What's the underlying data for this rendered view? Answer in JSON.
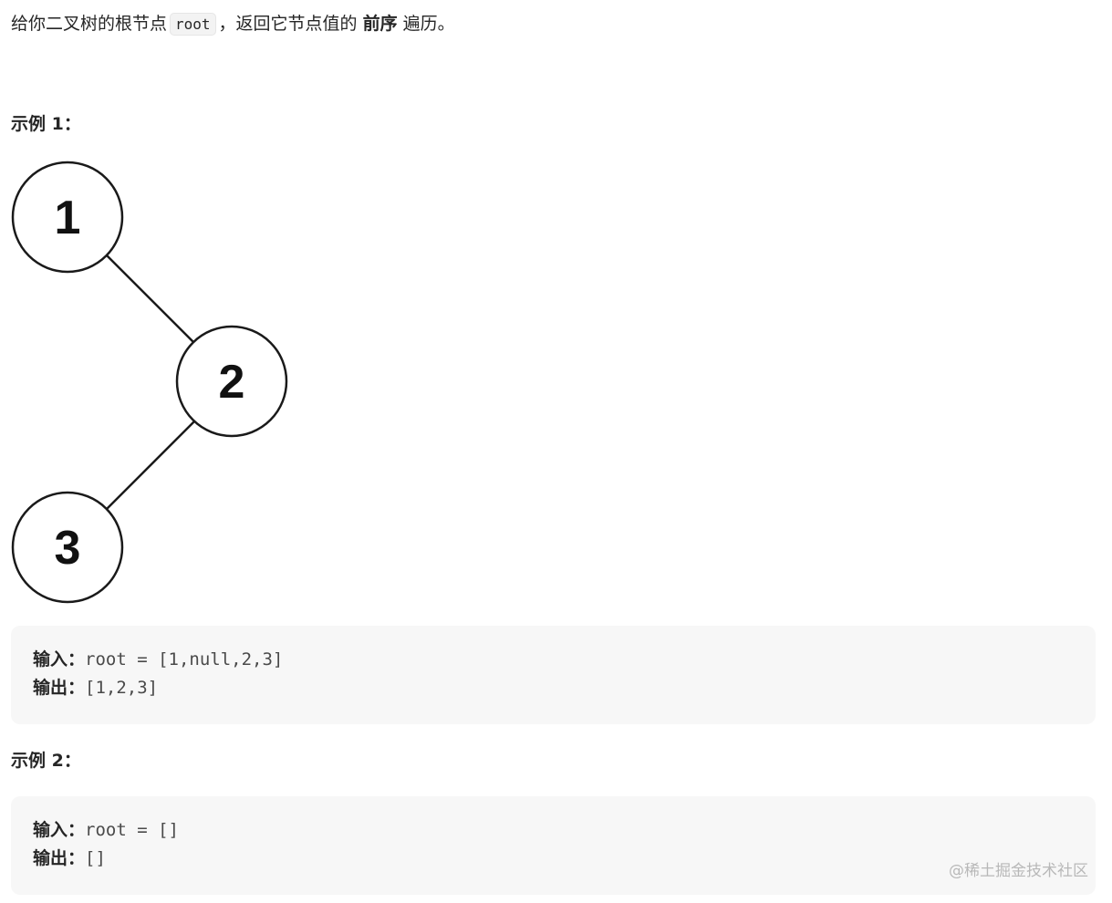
{
  "intro": {
    "text_before": "给你二叉树的根节点",
    "code": "root",
    "text_middle": "，返回它节点值的",
    "emphasis": "前序",
    "text_after": "遍历。"
  },
  "examples": [
    {
      "heading": "示例 1：",
      "tree_nodes": [
        "1",
        "2",
        "3"
      ],
      "input_label": "输入：",
      "input_value": "root = [1,null,2,3]",
      "output_label": "输出：",
      "output_value": "[1,2,3]"
    },
    {
      "heading": "示例 2：",
      "input_label": "输入：",
      "input_value": "root = []",
      "output_label": "输出：",
      "output_value": "[]"
    }
  ],
  "watermark": "@稀土掘金技术社区"
}
